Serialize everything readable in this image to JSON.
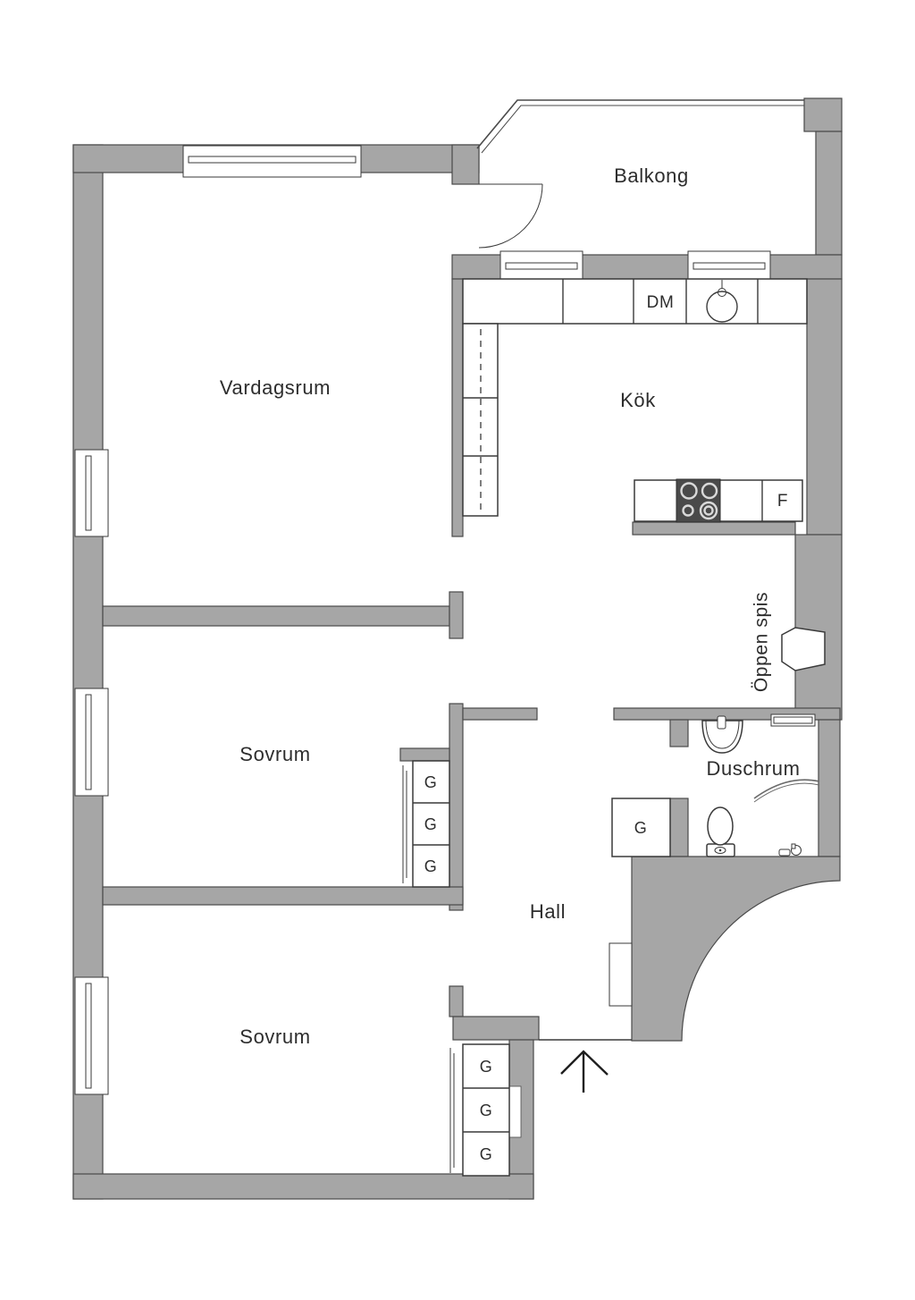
{
  "drawing": {
    "kind": "apartment-floor-plan",
    "language": "Swedish"
  },
  "colors": {
    "wall": "#a6a6a6",
    "wall_outline": "#4a4a4a",
    "fixture_outline": "#3a3a3a",
    "text": "#2d2d2d",
    "stove": "#4a4a4a",
    "burner_ring": "#d9d9d9",
    "curtain": "#6b6b6b",
    "background": "#ffffff"
  },
  "rooms": {
    "balkong": {
      "label": "Balkong"
    },
    "vardagsrum": {
      "label": "Vardagsrum"
    },
    "kok": {
      "label": "Kök"
    },
    "sovrum_1": {
      "label": "Sovrum"
    },
    "sovrum_2": {
      "label": "Sovrum"
    },
    "hall": {
      "label": "Hall"
    },
    "duschrum": {
      "label": "Duschrum"
    },
    "oppen_spis": {
      "label": "Öppen spis"
    }
  },
  "fixtures": {
    "dishwasher": {
      "label": "DM"
    },
    "fridge_freezer": {
      "label": "F"
    },
    "wardrobe": {
      "label": "G"
    },
    "wardrobe_count": 7,
    "symbols": [
      "kitchen-sink",
      "stove",
      "bathroom-sink",
      "toilet",
      "shower-curtain",
      "fireplace",
      "balcony-door",
      "windows",
      "entrance-arrow",
      "wardrobe-sliding-doors"
    ]
  }
}
